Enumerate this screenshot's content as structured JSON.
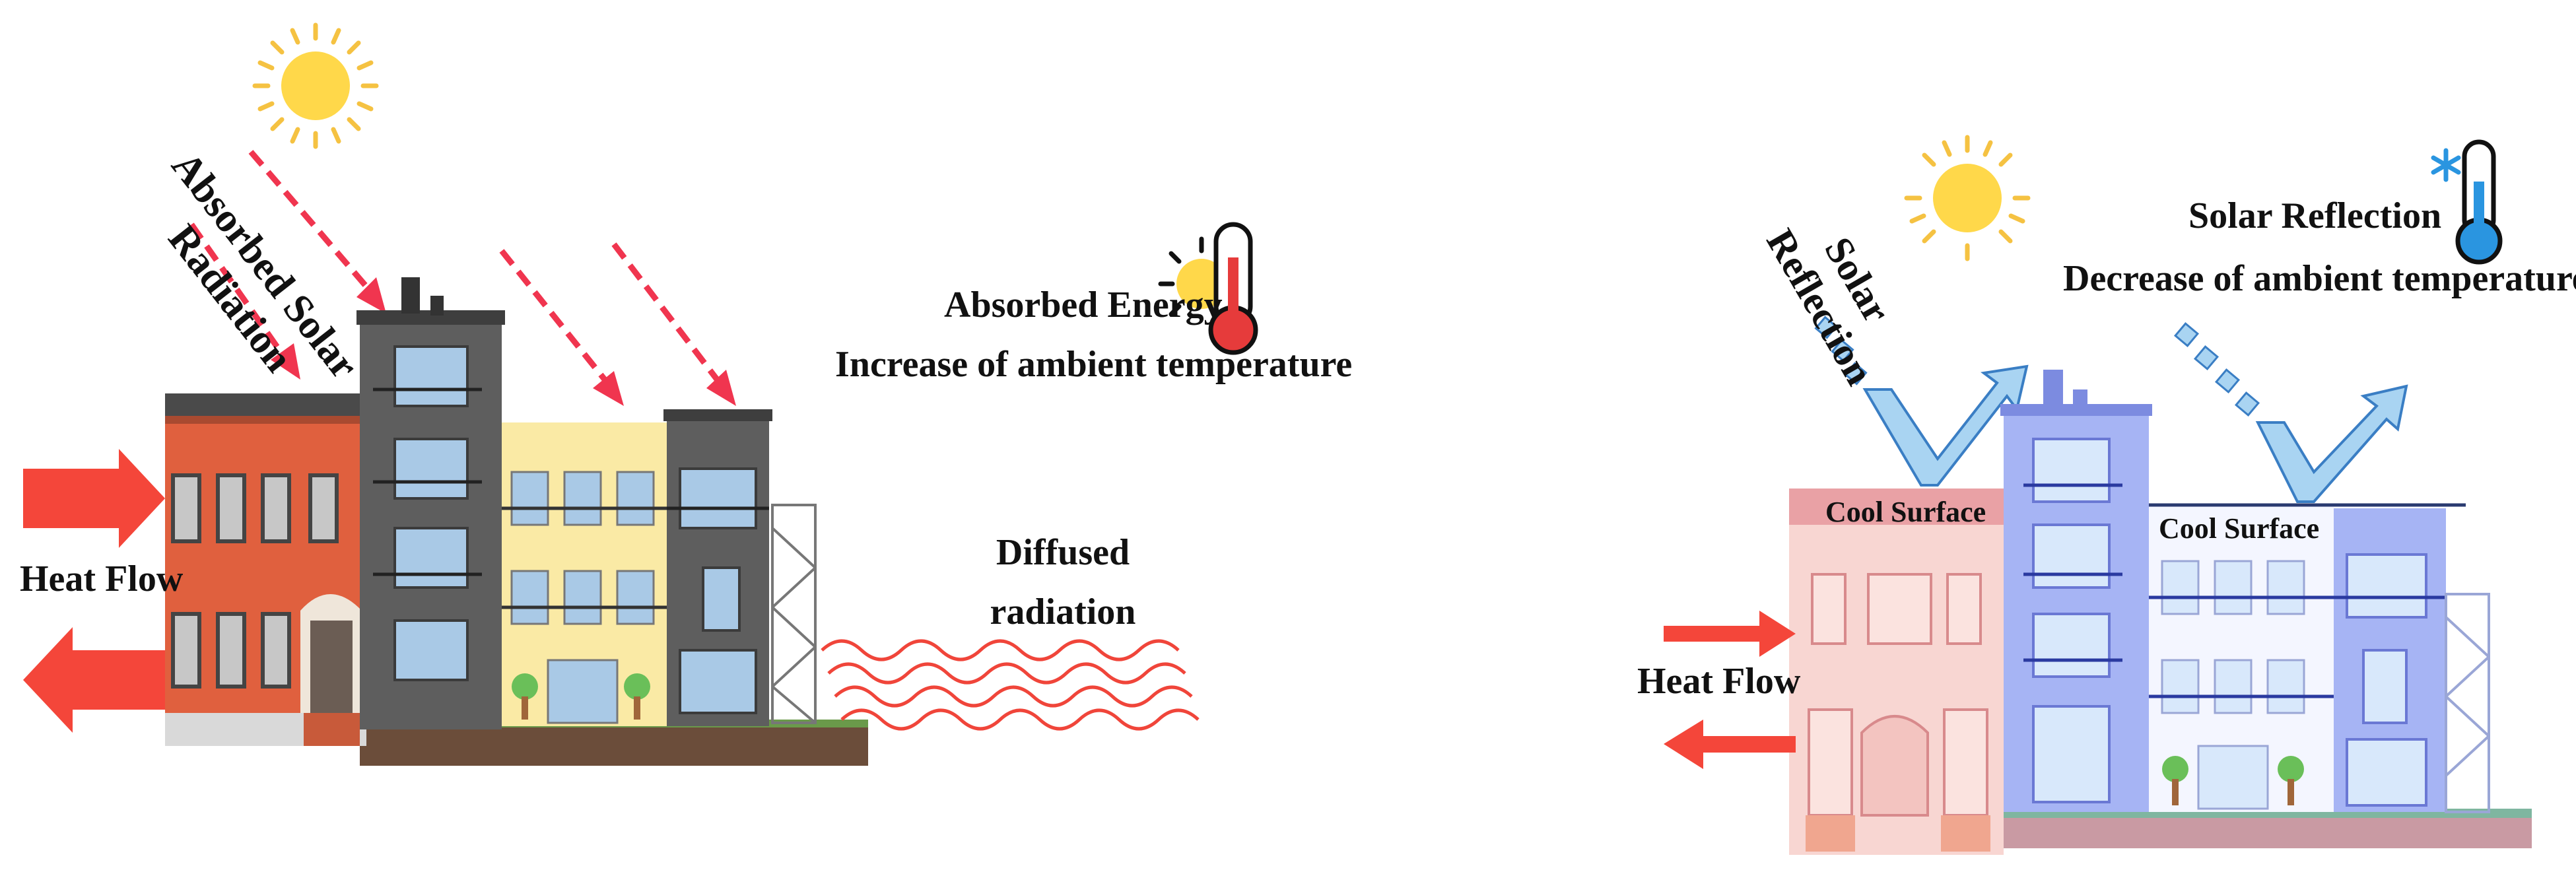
{
  "left_panel": {
    "absorbed_solar_radiation": [
      "Absorbed Solar",
      "Radiation"
    ],
    "absorbed_energy": "Absorbed Energy",
    "increase_temp": "Increase of ambient temperature",
    "diffused_radiation": [
      "Diffused",
      "radiation"
    ],
    "heat_flow": "Heat Flow"
  },
  "right_panel": {
    "solar_reflection_diagonal": [
      "Solar",
      "Reflection"
    ],
    "solar_reflection": "Solar Reflection",
    "decrease_temp": "Decrease of ambient temperature",
    "cool_surface_1": "Cool Surface",
    "cool_surface_2": "Cool Surface",
    "heat_flow": "Heat Flow"
  },
  "colors": {
    "sun": "#ffd84a",
    "sun_rays": "#f5c242",
    "radiation_arrow": "#f0354f",
    "heat_arrow": "#f4463a",
    "diffused_wave": "#f0453a",
    "reflection_arrow": "#a9d4f2",
    "reflection_outline": "#3a7ec4",
    "brick": "#e0603e",
    "dark_building": "#5e5e5e",
    "cream_building": "#faeaa5",
    "pink_building": "#f8d6d2",
    "blue_building": "#a6b4f4",
    "thermometer_hot": "#e63b3b",
    "thermometer_cold": "#2a95e0",
    "ground": "#6b4d3a"
  },
  "icons": [
    "sun-icon",
    "thermometer-hot-icon",
    "thermometer-cold-icon",
    "snowflake-icon"
  ]
}
